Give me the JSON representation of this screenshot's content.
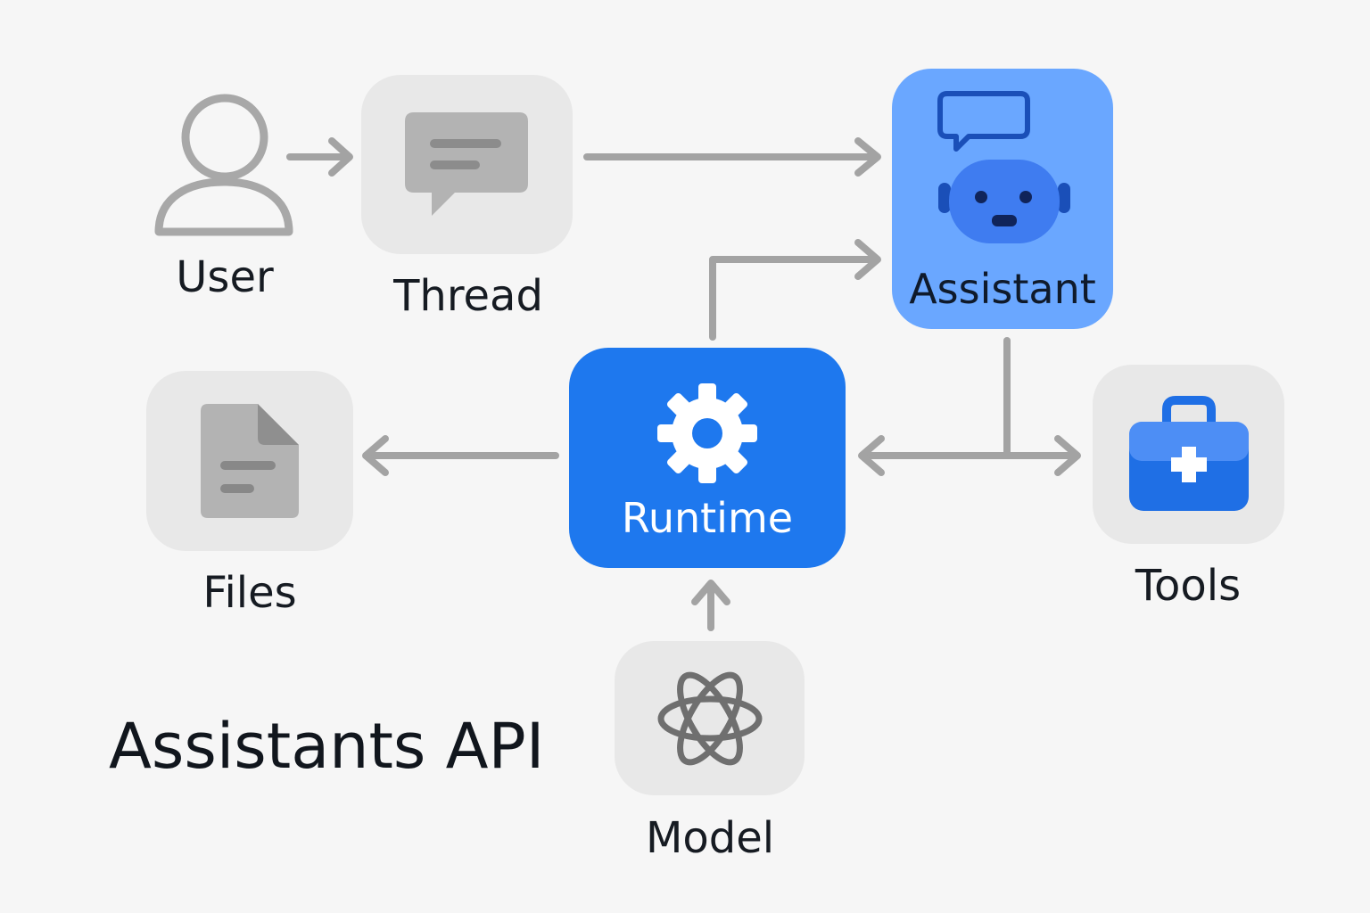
{
  "title": "Assistants API",
  "nodes": {
    "user": {
      "label": "User",
      "icon": "person-icon"
    },
    "thread": {
      "label": "Thread",
      "icon": "chat-message-icon"
    },
    "assistant": {
      "label": "Assistant",
      "icon": "robot-icon"
    },
    "runtime": {
      "label": "Runtime",
      "icon": "gear-icon"
    },
    "files": {
      "label": "Files",
      "icon": "document-icon"
    },
    "tools": {
      "label": "Tools",
      "icon": "toolbox-icon"
    },
    "model": {
      "label": "Model",
      "icon": "atom-icon"
    }
  },
  "colors": {
    "background": "#f6f6f6",
    "tile": "#e8e8e8",
    "connector": "#a3a3a3",
    "icon_grey": "#b3b3b3",
    "assistant_fill": "#6aa7ff",
    "runtime_fill": "#1e78ee",
    "robot_blue": "#3f7cf0",
    "dark_blue": "#1a4fb8",
    "toolbox_blue": "#1f6fe5",
    "text": "#161b22"
  },
  "edges": [
    {
      "from": "user",
      "to": "thread"
    },
    {
      "from": "thread",
      "to": "assistant"
    },
    {
      "from": "runtime",
      "to": "assistant"
    },
    {
      "from": "runtime",
      "to": "files"
    },
    {
      "from": "assistant",
      "to": "tools"
    },
    {
      "from": "tools",
      "to": "runtime"
    },
    {
      "from": "model",
      "to": "runtime"
    }
  ]
}
